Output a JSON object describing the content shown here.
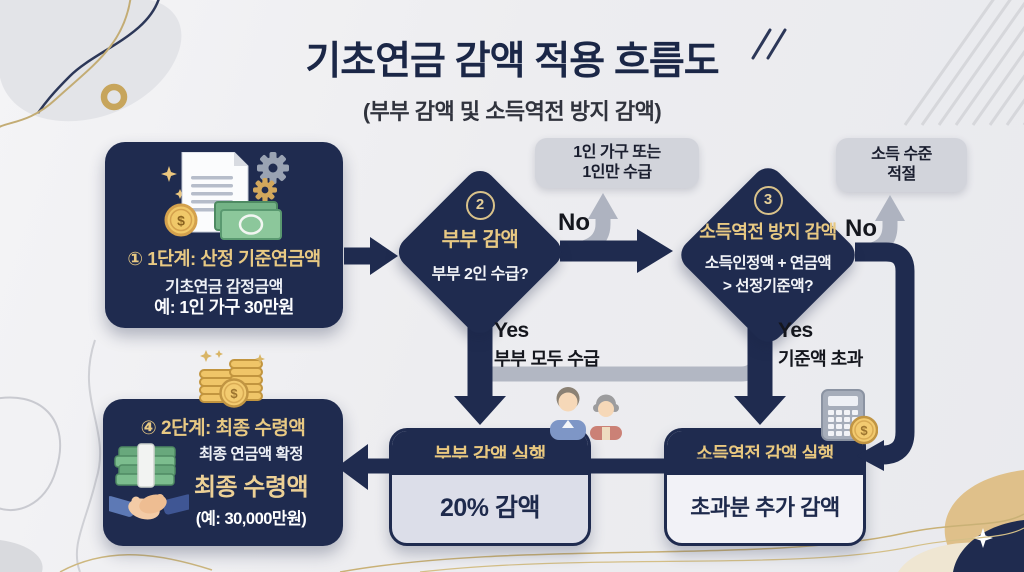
{
  "header": {
    "title": "기초연금 감액 적용 흐름도",
    "subtitle": "(부부 감액 및 소득역전 방지 감액)"
  },
  "colors": {
    "navy": "#1f2b4f",
    "gold_text": "#e8c983",
    "gray_arrow": "#aeb3c0",
    "callout_bg": "#d2d4db"
  },
  "step1": {
    "title": "① 1단계: 산정 기준연금액",
    "line1": "기초연금 감정금액",
    "line2": "예: 1인 가구 30만원"
  },
  "couple_check": {
    "number": "2",
    "title": "부부 감액",
    "question": "부부 2인 수급?"
  },
  "income_check": {
    "number": "3",
    "title": "소득역전 방지 감액",
    "question1": "소득인정액 + 연금액",
    "question2": "> 선정기준액?"
  },
  "callout_single": {
    "line1": "1인 가구 또는",
    "line2": "1인만 수급"
  },
  "callout_income_ok": {
    "line1": "소득 수준",
    "line2": "적절"
  },
  "labels": {
    "no_couple": "No",
    "no_income": "No",
    "yes_couple": "Yes",
    "yes_couple_sub": "부부 모두 수급",
    "yes_income": "Yes",
    "yes_income_sub": "기준액 초과"
  },
  "couple_reduction": {
    "title": "부부 감액 실행",
    "result": "20% 감액"
  },
  "income_reduction": {
    "title": "소득역전 감액 실행",
    "result": "초과분 추가 감액"
  },
  "step2": {
    "title": "④ 2단계: 최종 수령액",
    "line1": "최종 연금액 확정",
    "line2": "최종 수령액",
    "line3": "(예: 30,000만원)"
  },
  "icon_glyphs": {
    "dollar": "$"
  }
}
